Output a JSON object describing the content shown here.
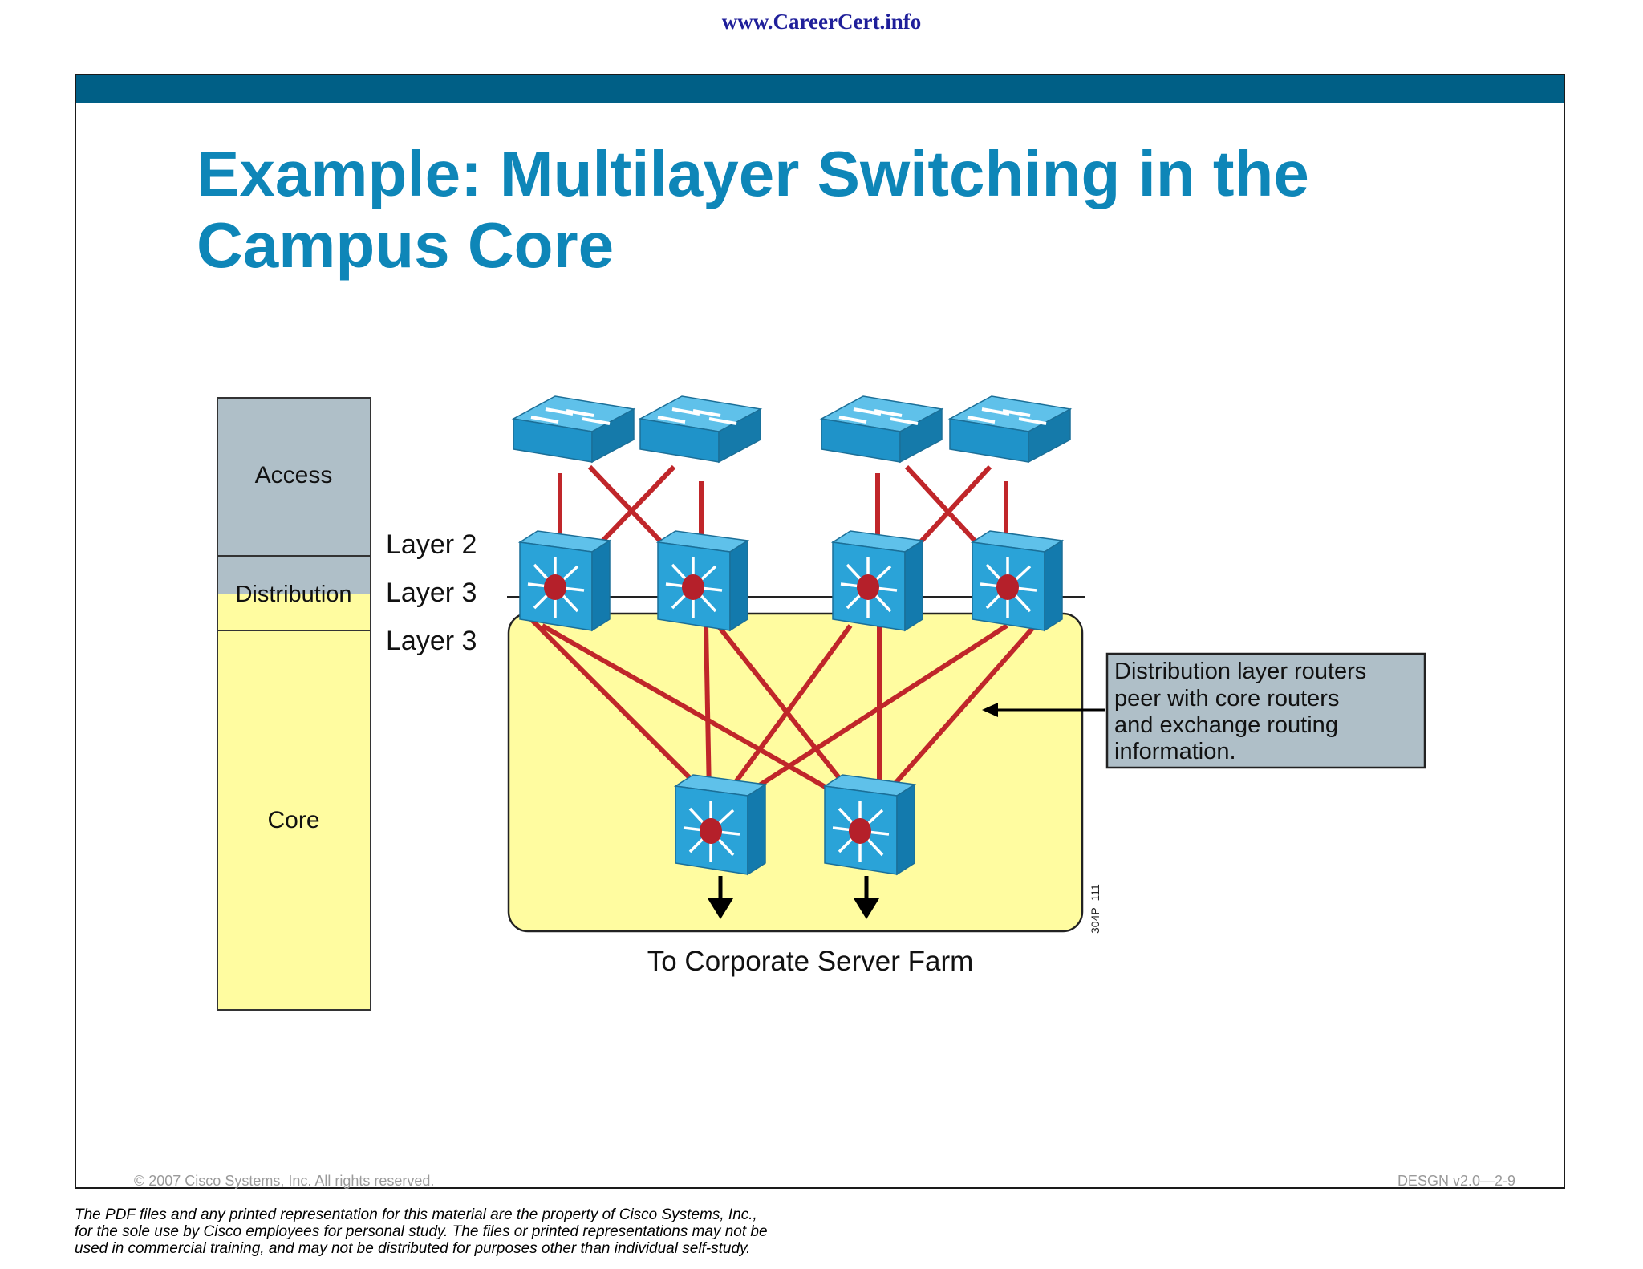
{
  "header": {
    "watermark": "www.CareerCert.info"
  },
  "slide": {
    "title_line1": "Example: Multilayer Switching in the",
    "title_line2": "Campus Core",
    "copyright": "© 2007 Cisco Systems, Inc. All rights reserved.",
    "course_code": "DESGN v2.0—2-9"
  },
  "layer_bar": {
    "access": "Access",
    "distribution": "Distribution",
    "core": "Core"
  },
  "layer_labels": {
    "top": "Layer 2",
    "middle": "Layer 3",
    "bottom": "Layer 3"
  },
  "callout": {
    "line1": "Distribution layer routers",
    "line2": "peer with core routers",
    "line3": "and exchange routing",
    "line4": "information."
  },
  "server_farm_label": "To Corporate Server Farm",
  "figure_id": "304P_111",
  "footer": {
    "line1": "The PDF files and any printed representation for this material are the property of Cisco Systems, Inc.,",
    "line2": "for the sole use by Cisco employees for personal study. The files or printed representations may not be",
    "line3": "used in commercial training, and may not be distributed for purposes other than individual self-study."
  },
  "colors": {
    "link": "#c0262a",
    "device_blue": "#2aa3d8",
    "core_fill": "#fffca0",
    "access_fill": "#afbfc8",
    "title": "#0e86b8",
    "topbar": "#005f86"
  }
}
